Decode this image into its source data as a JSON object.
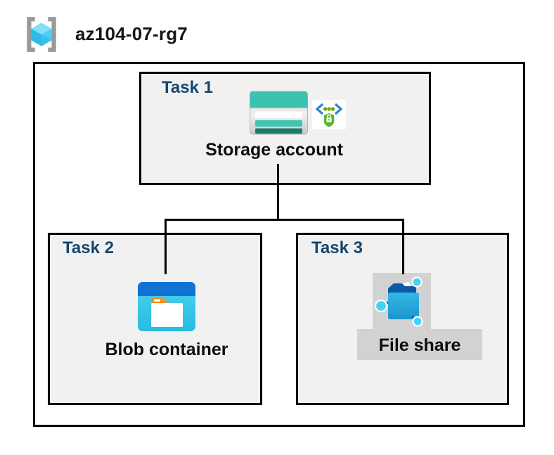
{
  "header": {
    "title": "az104-07-rg7",
    "icon": "resource-group-icon"
  },
  "resource_group": {
    "name": "az104-07-rg7",
    "tasks": [
      {
        "label": "Task 1",
        "node": {
          "label": "Storage account",
          "icons": [
            "storage-account-icon",
            "shared-access-signature-icon"
          ]
        }
      },
      {
        "label": "Task 2",
        "node": {
          "label": "Blob container",
          "icons": [
            "blob-container-icon"
          ]
        }
      },
      {
        "label": "Task 3",
        "node": {
          "label": "File share",
          "icons": [
            "file-share-icon"
          ],
          "highlighted": true
        }
      }
    ],
    "connections": [
      {
        "from": "Storage account",
        "to": "Blob container"
      },
      {
        "from": "Storage account",
        "to": "File share"
      }
    ]
  },
  "colors": {
    "task_label_blue": "#17466e",
    "task_box_fill": "#f1f1f1",
    "border_black": "#000000",
    "highlight_gray": "#d2d2d2",
    "storage_teal": "#3cc3b0",
    "storage_teal_dark": "#1e796e",
    "blob_header_blue": "#1072d2",
    "blob_body_cyan": "#3ac7ea",
    "folder_tab_orange": "#f78f1e",
    "fileshare_dark_blue": "#0c5aa6",
    "fileshare_cyan": "#29aede",
    "node_dot_cyan": "#45d2f5",
    "sas_shield_green": "#5cb42c",
    "sas_bracket_blue": "#2e82d4",
    "rg_bracket_gray": "#9a9a9a",
    "rg_cube_cyan": "#4ccdf1"
  }
}
